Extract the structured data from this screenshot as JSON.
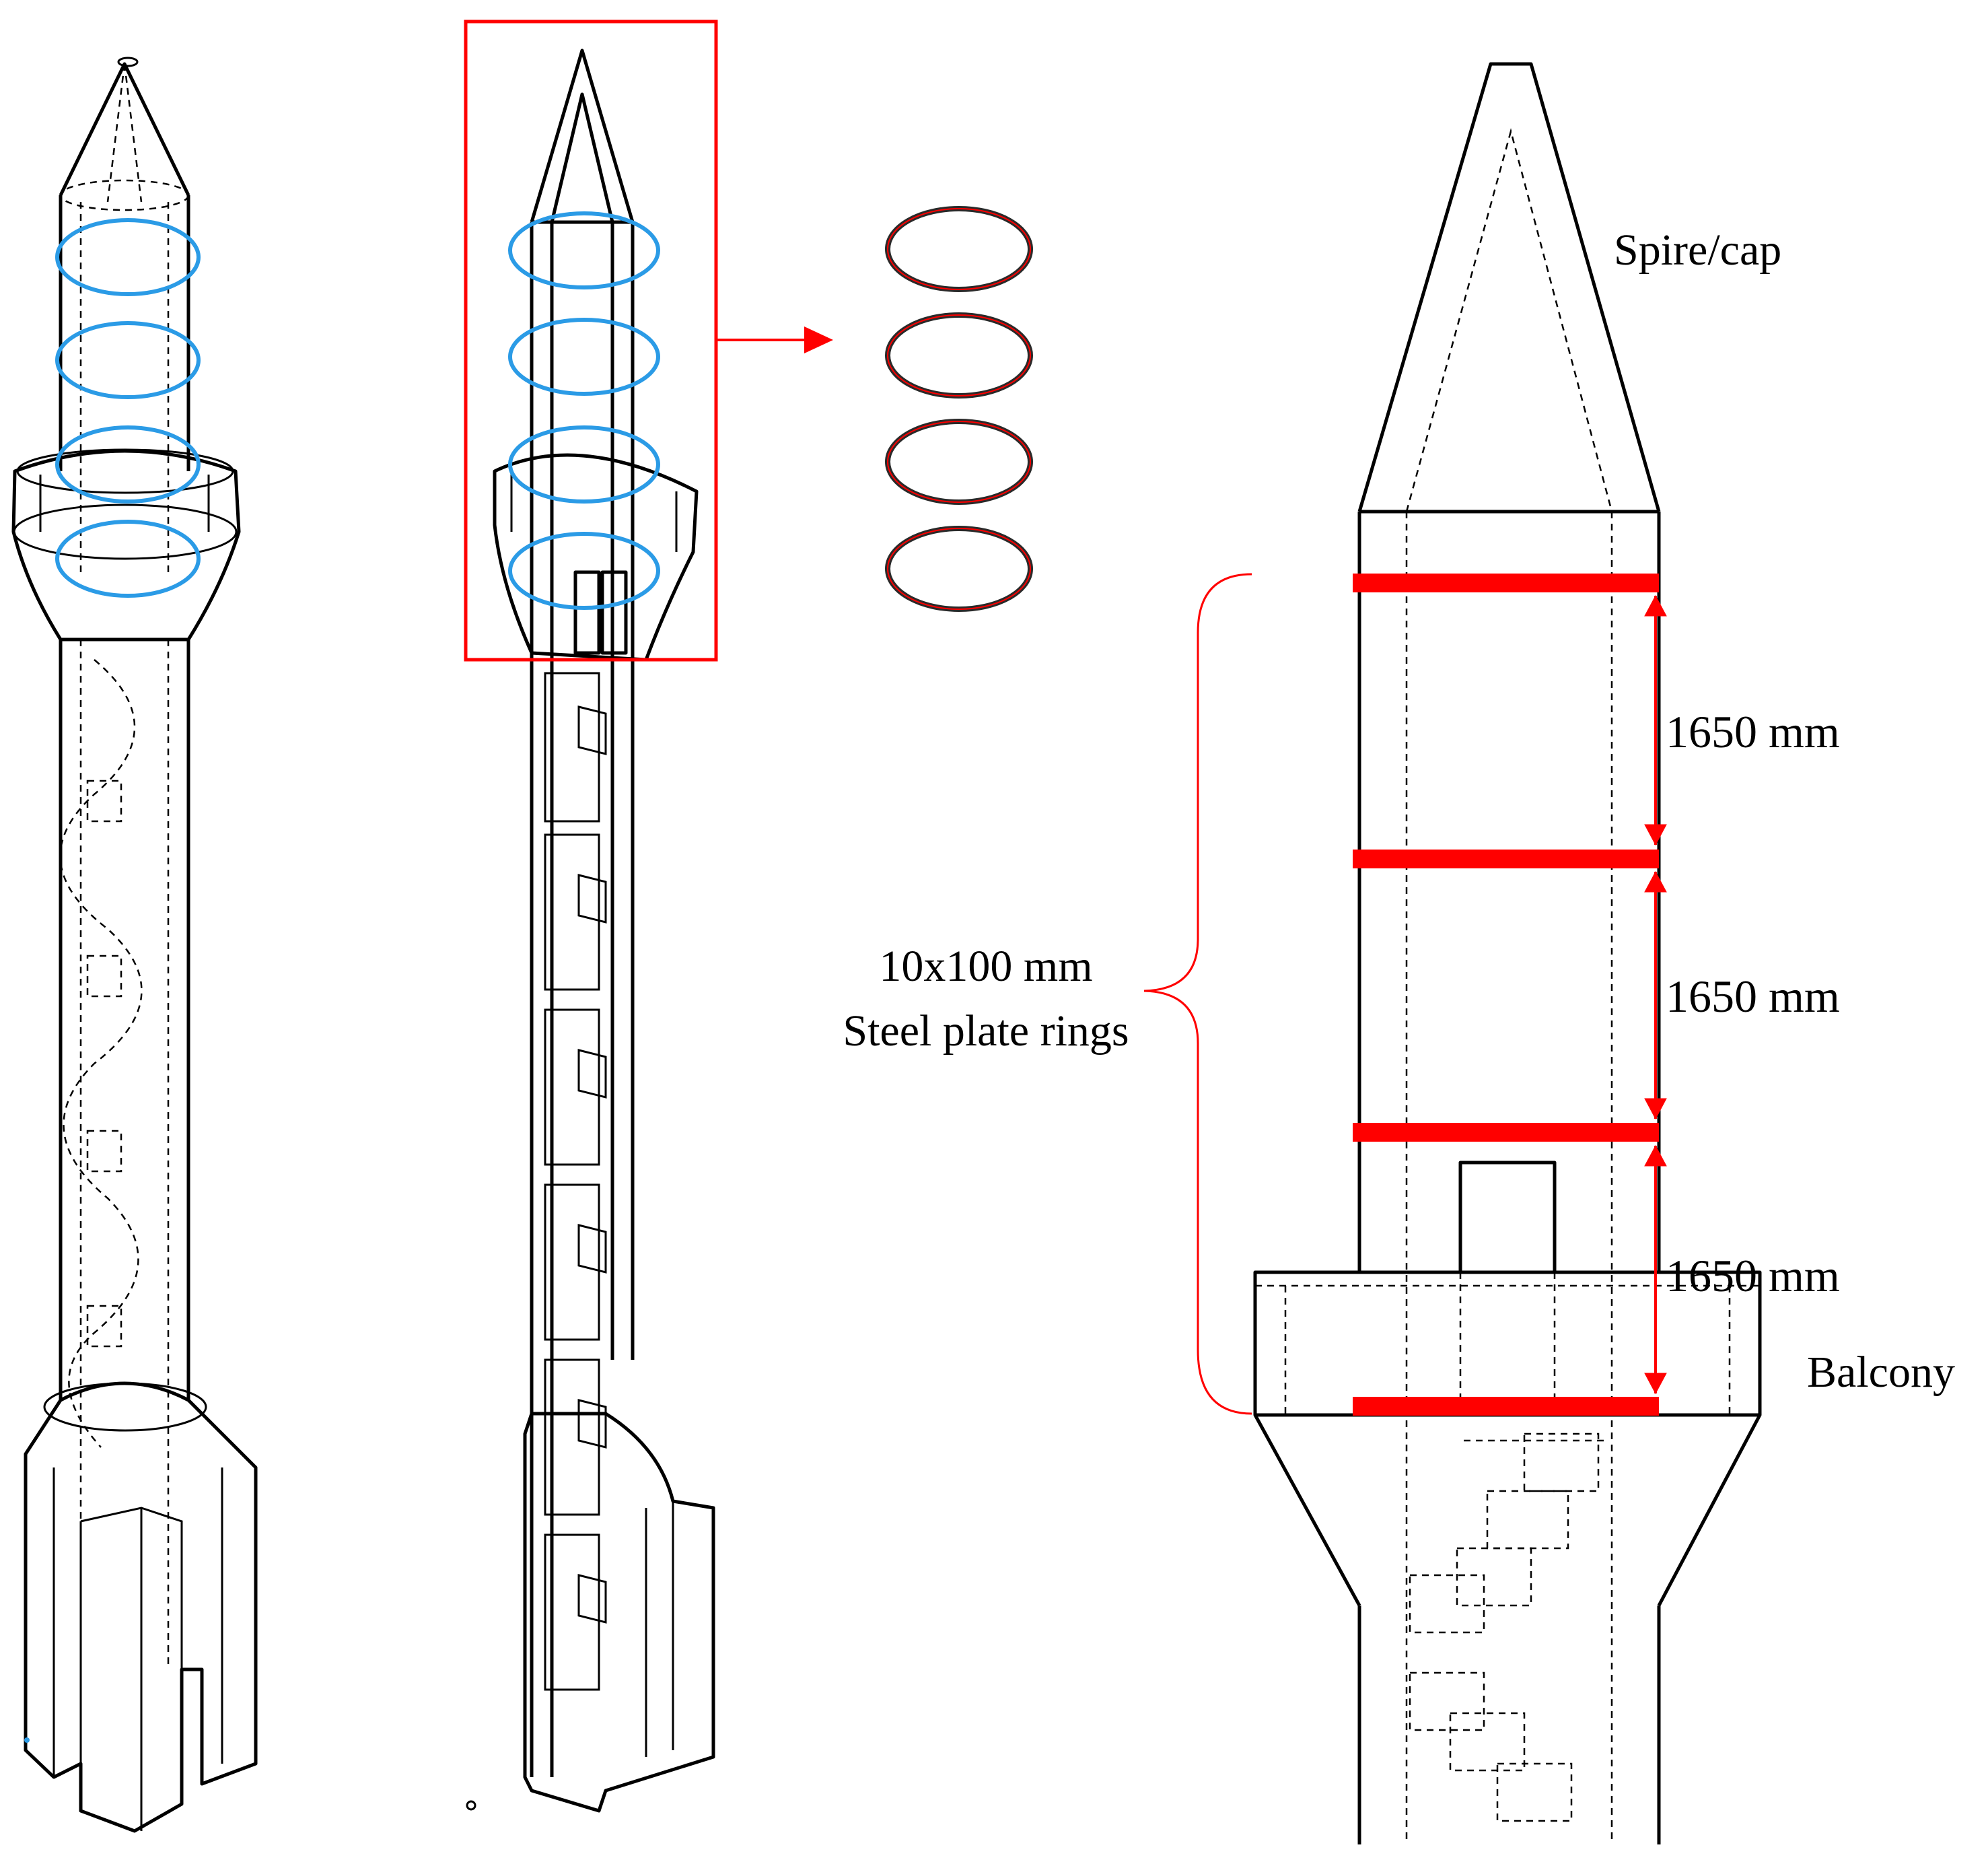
{
  "labels": {
    "spire": "Spire/cap",
    "balcony": "Balcony",
    "rings_size": "10x100 mm",
    "rings_material": "Steel plate rings",
    "spacing_1": "1650 mm",
    "spacing_2": "1650 mm",
    "spacing_3": "1650 mm"
  },
  "colors": {
    "ring_blue": "#2b9be6",
    "ring_red": "#ff0000",
    "line": "#000000",
    "ring_dark": "#2a2a2a"
  },
  "ring_count": 4
}
